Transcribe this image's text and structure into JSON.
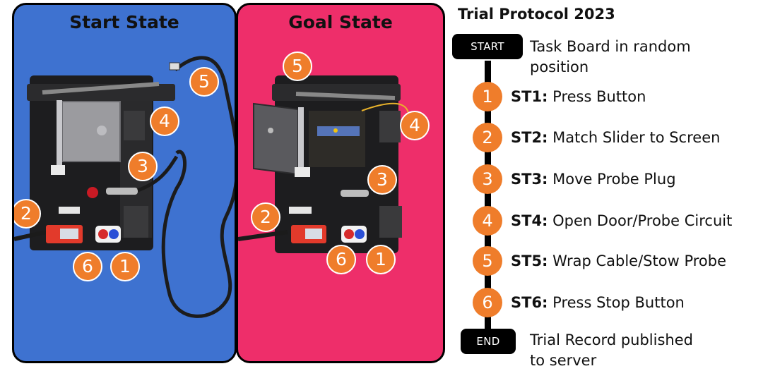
{
  "panels": {
    "start": {
      "title": "Start State",
      "bg": "#3e72d0"
    },
    "goal": {
      "title": "Goal State",
      "bg": "#ee2e6a"
    }
  },
  "markers": {
    "start": [
      "5",
      "4",
      "3",
      "2",
      "6",
      "1"
    ],
    "goal": [
      "5",
      "4",
      "3",
      "2",
      "6",
      "1"
    ]
  },
  "protocol": {
    "title": "Trial Protocol 2023",
    "start": {
      "label": "START",
      "text_line1": "Task Board in random",
      "text_line2": "position"
    },
    "steps": [
      {
        "num": "1",
        "code": "ST1:",
        "text": "Press Button"
      },
      {
        "num": "2",
        "code": "ST2:",
        "text": "Match Slider to Screen"
      },
      {
        "num": "3",
        "code": "ST3:",
        "text": "Move Probe Plug"
      },
      {
        "num": "4",
        "code": "ST4:",
        "text": "Open Door/Probe Circuit"
      },
      {
        "num": "5",
        "code": "ST5:",
        "text": "Wrap Cable/Stow Probe"
      },
      {
        "num": "6",
        "code": "ST6:",
        "text": "Press Stop Button"
      }
    ],
    "end": {
      "label": "END",
      "text_line1": "Trial Record published",
      "text_line2": "to server"
    }
  },
  "colors": {
    "marker": "#ef7d2b",
    "line": "#000000"
  }
}
